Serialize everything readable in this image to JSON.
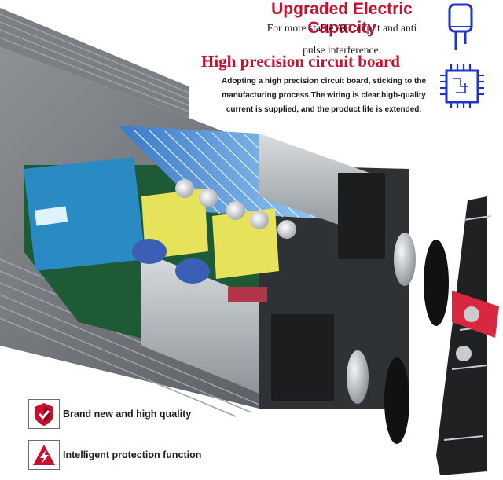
{
  "headline_capacity": "Upgraded Electric Capacity",
  "capacity_text_line1": "For more stable AC output and anti",
  "capacity_text_line2": "pulse interference.",
  "headline_board": "High precision circuit board",
  "board_text": "Adopting a high precision circuit board, sticking to the manufacturing process,The wiring is clear,high-quality current is supplied, and the product life is extended.",
  "features": [
    {
      "label": "Brand new and high quality",
      "icon": "shield-icon"
    },
    {
      "label": "Intelligent protection function",
      "icon": "warning-lightning-icon"
    }
  ],
  "icons": {
    "capacitor": "capacitor-icon",
    "chip": "circuit-chip-icon"
  },
  "colors": {
    "accent_red": "#c8102e",
    "icon_blue": "#1d33c9",
    "housing_gray": "#6f7377"
  }
}
